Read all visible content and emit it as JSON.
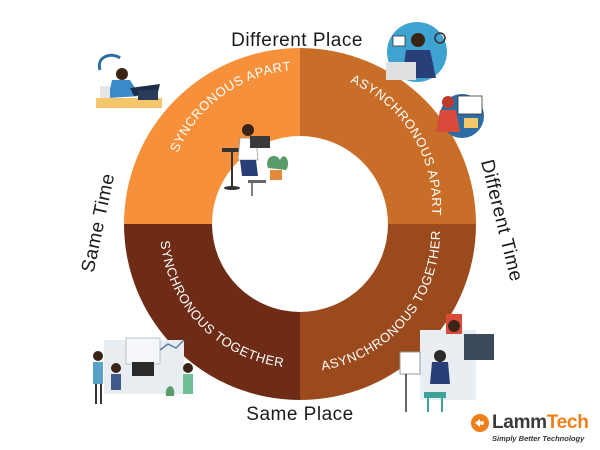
{
  "quadrants": [
    {
      "label": "SYNCRONOUS APART",
      "color": "#f7903a"
    },
    {
      "label": "ASYNCHRONOUS APART",
      "color": "#c96e28"
    },
    {
      "label": "SYNCHRONOUS TOGETHER",
      "color": "#6e2c16"
    },
    {
      "label": "ASYNCHRONOUS TOGETHER",
      "color": "#9a4a1c"
    }
  ],
  "axes": {
    "top": "Different Place",
    "bottom": "Same Place",
    "left": "Same Time",
    "right": "Different Time"
  },
  "logo": {
    "name_part1": "Lamm",
    "name_part2": "Tech",
    "tagline": "Simply Better Technology",
    "accent_color": "#f07f1a"
  }
}
